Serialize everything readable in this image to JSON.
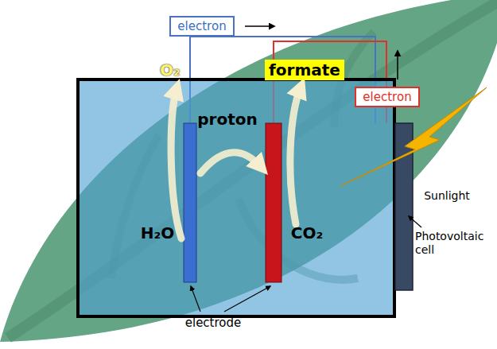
{
  "diagram": {
    "nodes": [
      {
        "text": [
          "electron"
        ]
      },
      {
        "text": [
          "electron"
        ]
      },
      {
        "text": [
          "formate"
        ]
      }
    ],
    "labels": [
      "O₂",
      "proton",
      "H₂O",
      "CO₂",
      "Sunlight",
      "Photovoltaic cell",
      "electrode"
    ]
  }
}
